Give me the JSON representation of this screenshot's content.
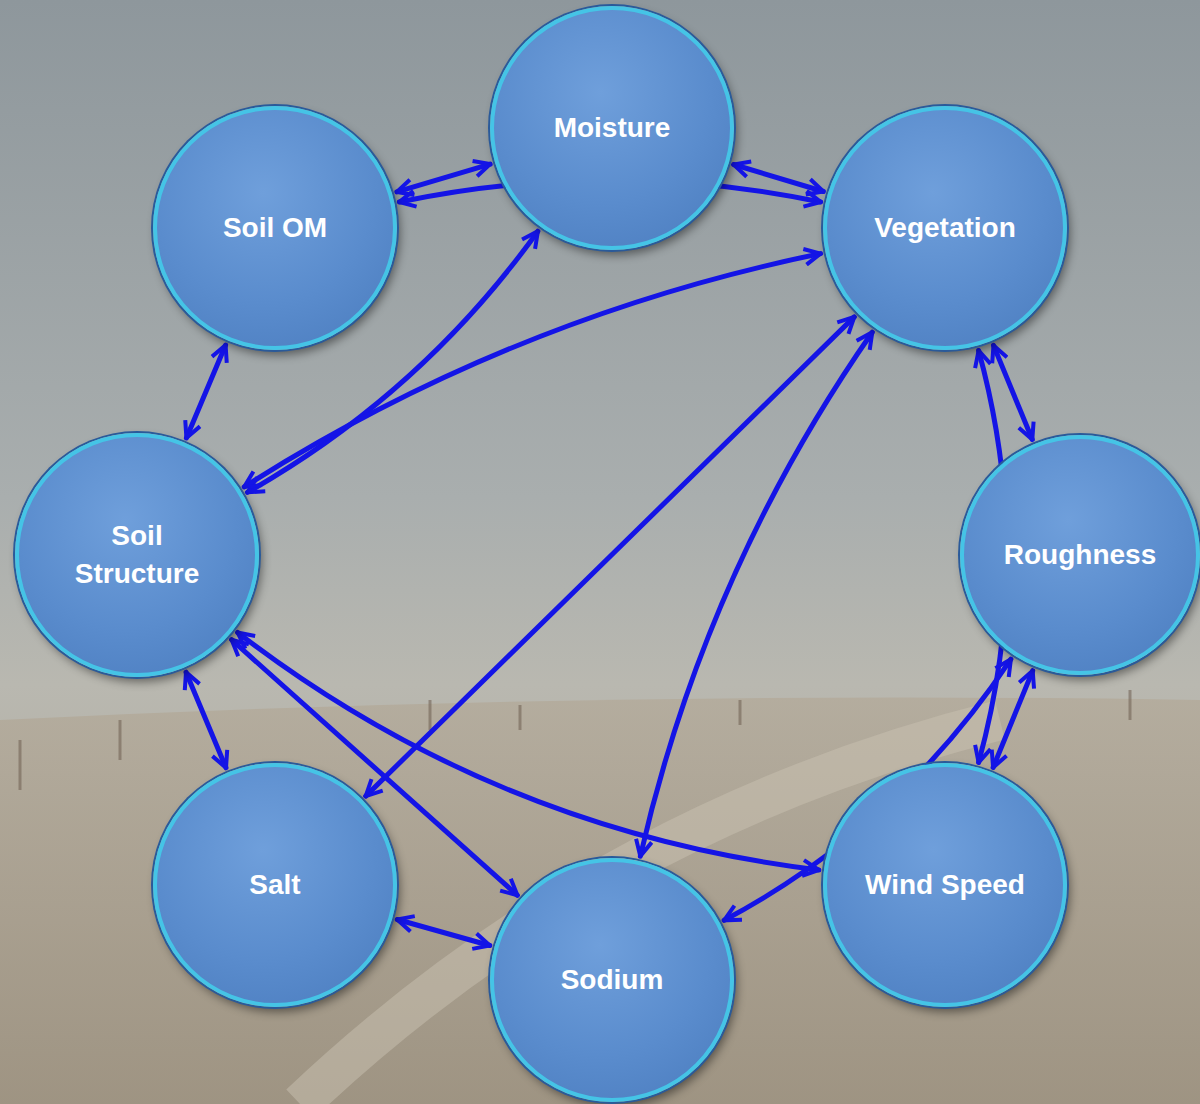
{
  "diagram": {
    "nodes": [
      {
        "text": [
          "Moisture"
        ]
      },
      {
        "text": [
          "Soil OM"
        ]
      },
      {
        "text": [
          "Vegetation"
        ]
      },
      {
        "text": [
          "Soil Structure"
        ]
      },
      {
        "text": [
          "Roughness"
        ]
      },
      {
        "text": [
          "Salt"
        ]
      },
      {
        "text": [
          "Wind Speed"
        ]
      },
      {
        "text": [
          "Sodium"
        ]
      }
    ],
    "edges": [
      {
        "from": 1,
        "to": 0,
        "arrow": "both"
      },
      {
        "from": 0,
        "to": 2,
        "arrow": "both"
      },
      {
        "from": 1,
        "to": 2,
        "arrow": "both"
      },
      {
        "from": 1,
        "to": 3,
        "arrow": "both"
      },
      {
        "from": 3,
        "to": 0,
        "arrow": "both"
      },
      {
        "from": 2,
        "to": 3,
        "arrow": "both"
      },
      {
        "from": 2,
        "to": 4,
        "arrow": "both"
      },
      {
        "from": 2,
        "to": 5,
        "arrow": "both"
      },
      {
        "from": 2,
        "to": 7,
        "arrow": "both"
      },
      {
        "from": 2,
        "to": 6,
        "arrow": "both"
      },
      {
        "from": 4,
        "to": 6,
        "arrow": "both"
      },
      {
        "from": 4,
        "to": 7,
        "arrow": "both"
      },
      {
        "from": 3,
        "to": 5,
        "arrow": "both"
      },
      {
        "from": 5,
        "to": 7,
        "arrow": "both"
      },
      {
        "from": 3,
        "to": 7,
        "arrow": "both"
      },
      {
        "from": 3,
        "to": 6,
        "arrow": "both"
      }
    ]
  }
}
